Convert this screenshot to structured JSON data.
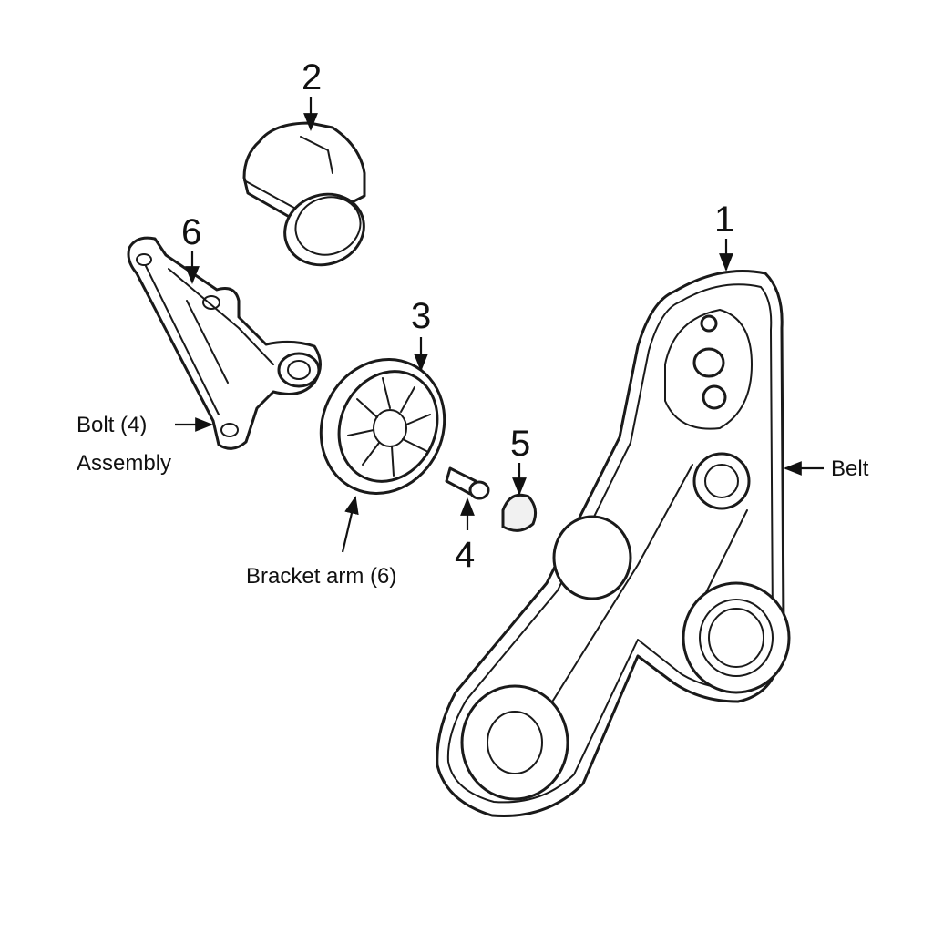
{
  "callouts": {
    "n1": "1",
    "n2": "2",
    "n3": "3",
    "n4": "4",
    "n5": "5",
    "n6": "6"
  },
  "labels": {
    "bolt": "Bolt (4)",
    "assembly": "Assembly",
    "bracket_arm": "Bracket arm (6)",
    "belt": "Belt"
  },
  "colors": {
    "line": "#1a1a1a",
    "background": "#ffffff"
  }
}
